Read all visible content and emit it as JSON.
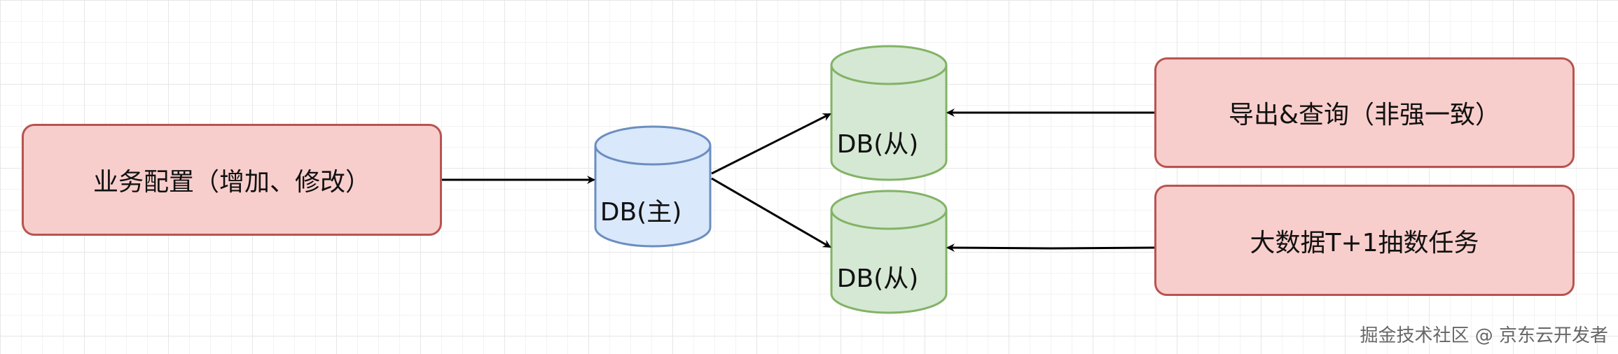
{
  "nodes": {
    "business_config": "业务配置（增加、修改）",
    "db_master": "DB(主)",
    "db_slave_top": "DB(从)",
    "db_slave_bottom": "DB(从)",
    "export_query": "导出&查询（非强一致）",
    "bigdata_task": "大数据T+1抽数任务"
  },
  "colors": {
    "box_fill": "#f8cecc",
    "box_stroke": "#b85450",
    "master_fill": "#dae8fc",
    "master_stroke": "#6c8ebf",
    "slave_fill": "#d5e8d4",
    "slave_stroke": "#82b366"
  },
  "edges": [
    {
      "from": "business_config",
      "to": "db_master"
    },
    {
      "from": "db_master",
      "to": "db_slave_top"
    },
    {
      "from": "db_master",
      "to": "db_slave_bottom"
    },
    {
      "from": "export_query",
      "to": "db_slave_top"
    },
    {
      "from": "bigdata_task",
      "to": "db_slave_bottom"
    }
  ],
  "watermark": "掘金技术社区 @ 京东云开发者"
}
